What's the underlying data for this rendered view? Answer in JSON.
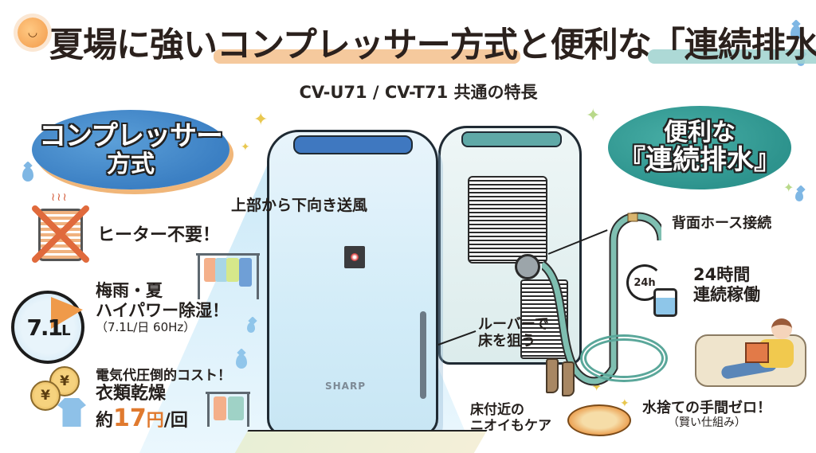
{
  "header": {
    "title_parts": [
      "夏場に強い",
      "コンプレッサー方式",
      "と便利な",
      "「連続排水」"
    ],
    "subtitle": "CV-U71 / CV-T71 共通の特長"
  },
  "left_bubble": {
    "line1": "コンプレッサー",
    "line2": "方式",
    "color": "#3b7fc3"
  },
  "right_bubble": {
    "line1": "便利な",
    "line2": "『連続排水』",
    "color": "#2d938d"
  },
  "left_features": {
    "heater": {
      "text": "ヒーター不要！",
      "icon": "crossed-heater-icon"
    },
    "power": {
      "line1": "梅雨・夏",
      "line2": "ハイパワー除湿！",
      "note": "（7.1L/日 60Hz）",
      "badge_value": "7.1",
      "badge_unit": "L",
      "icon": "timer-icon"
    },
    "cost": {
      "line1": "電気代圧倒的コスト！",
      "line2": "衣類乾燥",
      "prefix": "約",
      "price": "17",
      "currency": "円",
      "suffix": "/回",
      "coin_symbol": "¥",
      "icon": "yen-coin-icon"
    }
  },
  "center_labels": {
    "airflow": "上部から下向き送風",
    "louver_line1": "ルーバーで",
    "louver_line2": "床を狙う",
    "odor_line1": "床付近の",
    "odor_line2": "ニオイもケア",
    "brand": "SHARP"
  },
  "right_features": {
    "hose": "背面ホース接続",
    "continuous_line1": "24時間",
    "continuous_line2": "連続稼働",
    "cycle_label": "24h",
    "water_line1": "水捨ての手間ゼロ！",
    "water_note": "（賢い仕組み）"
  },
  "colors": {
    "title_text": "#2b211d",
    "orange_highlight": "#f3c08c",
    "teal_highlight": "#9fd2cf",
    "price_orange": "#e07a2f"
  }
}
